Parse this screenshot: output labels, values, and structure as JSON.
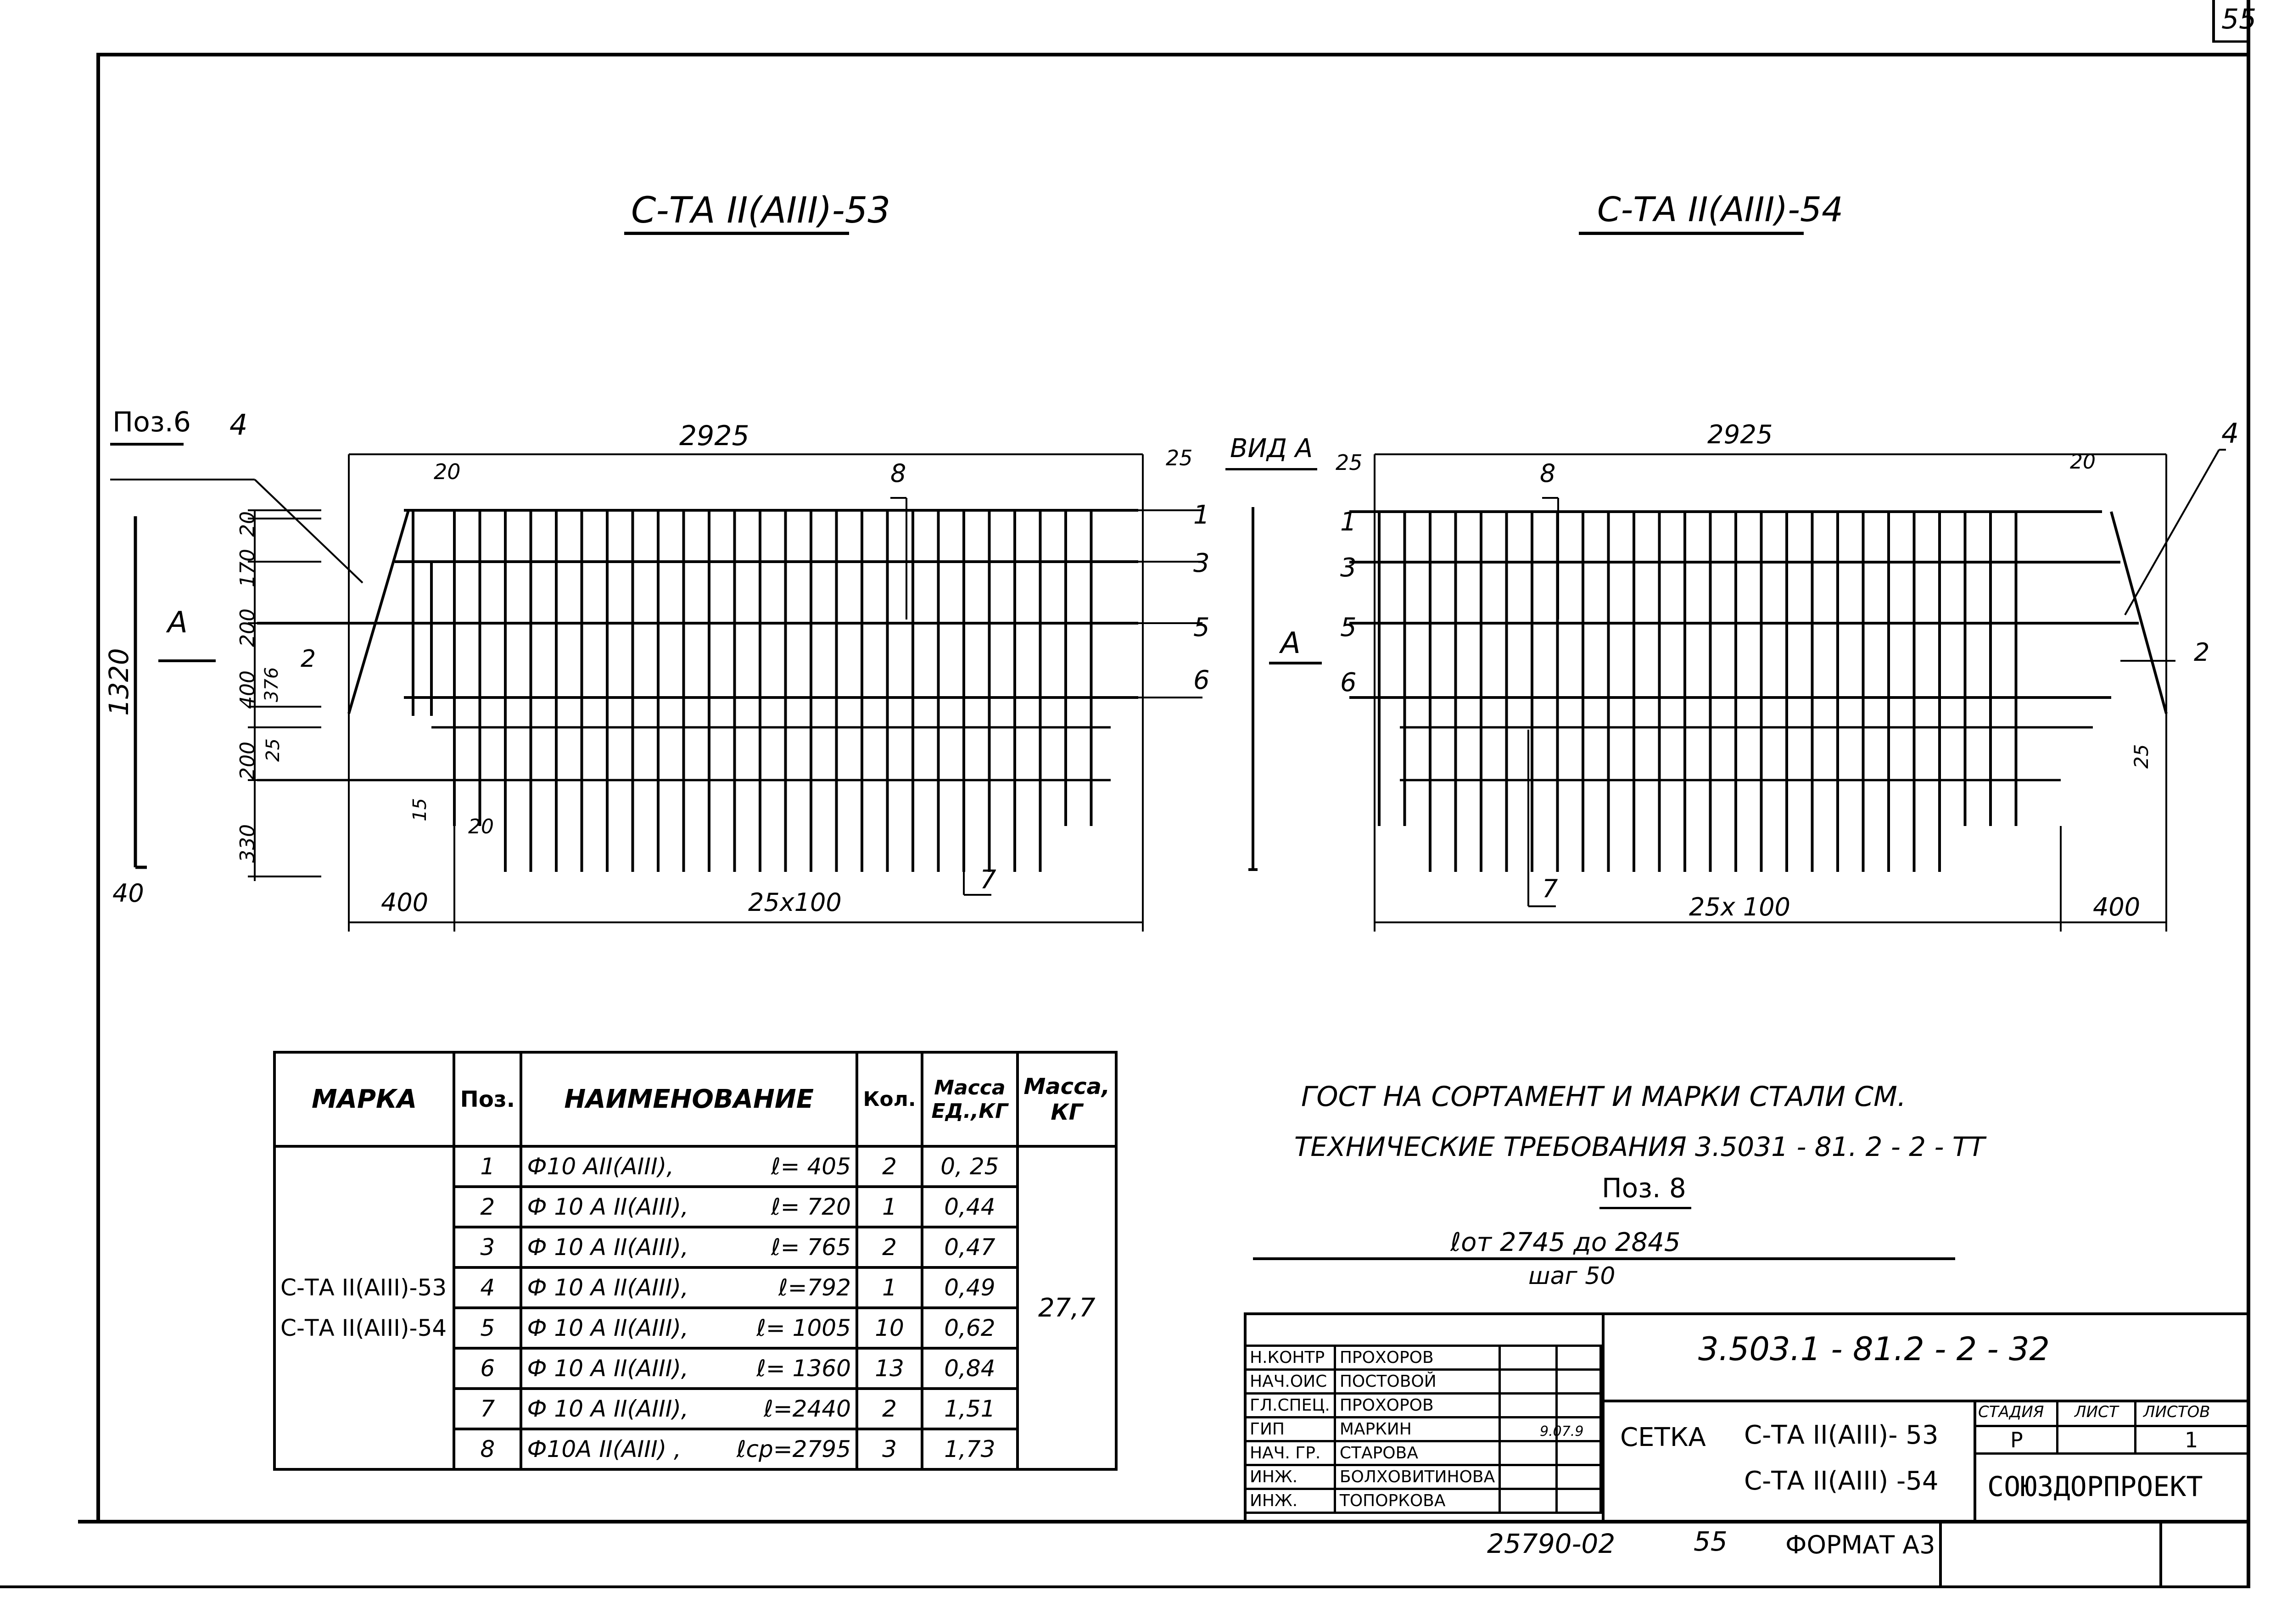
{
  "page_number": "55",
  "left_view": {
    "title": "С-ТА II(АIII)-53",
    "pos_label": "Поз.6",
    "arrow_label": "А",
    "top_dim": "2925",
    "left_dims": [
      "20",
      "170",
      "200",
      "400",
      "200",
      "330"
    ],
    "inner_dims": [
      "376",
      "25"
    ],
    "overall_height": "1320",
    "overall_bottom": "40",
    "small_dims": [
      "20",
      "25",
      "15",
      "20"
    ],
    "bottom_dims": [
      "400",
      "25х100"
    ],
    "pos_marks": [
      "4",
      "8",
      "1",
      "3",
      "2",
      "5",
      "6",
      "7"
    ]
  },
  "view_label": "ВИД А",
  "right_view": {
    "title": "С-ТА II(АIII)-54",
    "arrow_label": "А",
    "top_dim": "2925",
    "small_dims": [
      "25",
      "20",
      "25"
    ],
    "bottom_dims": [
      "25х 100",
      "400"
    ],
    "pos_marks": [
      "8",
      "1",
      "3",
      "5",
      "6",
      "4",
      "2",
      "7"
    ]
  },
  "spec_table": {
    "headers": [
      "МАРКА",
      "Поз.",
      "НАИМЕНОВАНИЕ",
      "Кол.",
      "Масса ЕД.,КГ",
      "Масса, КГ"
    ],
    "marks": [
      "С-ТА II(АIII)-53",
      "С-ТА II(АIII)-54"
    ],
    "total_mass": "27,7",
    "rows": [
      {
        "pos": "1",
        "name": "Ф10 АII(АIII),",
        "len": "ℓ= 405",
        "qty": "2",
        "mass": "0, 25"
      },
      {
        "pos": "2",
        "name": "Ф 10 А II(АIII),",
        "len": "ℓ= 720",
        "qty": "1",
        "mass": "0,44"
      },
      {
        "pos": "3",
        "name": "Ф 10 А II(АIII),",
        "len": "ℓ= 765",
        "qty": "2",
        "mass": "0,47"
      },
      {
        "pos": "4",
        "name": "Ф 10 А II(АIII),",
        "len": "ℓ=792",
        "qty": "1",
        "mass": "0,49"
      },
      {
        "pos": "5",
        "name": "Ф 10 А II(АIII),",
        "len": "ℓ= 1005",
        "qty": "10",
        "mass": "0,62"
      },
      {
        "pos": "6",
        "name": "Ф 10 А II(АIII),",
        "len": "ℓ= 1360",
        "qty": "13",
        "mass": "0,84"
      },
      {
        "pos": "7",
        "name": "Ф 10 А II(АIII),",
        "len": "ℓ=2440",
        "qty": "2",
        "mass": "1,51"
      },
      {
        "pos": "8",
        "name": "Ф10А II(АIII) ,",
        "len": "ℓср=2795",
        "qty": "3",
        "mass": "1,73"
      }
    ]
  },
  "notes": {
    "line1": "ГОСТ НА СОРТАМЕНТ И МАРКИ СТАЛИ СМ.",
    "line2": "ТЕХНИЧЕСКИЕ ТРЕБОВАНИЯ 3.5031 - 81. 2 - 2 - ТТ",
    "pos8": "Поз. 8",
    "pos8_len": "ℓот 2745 до 2845",
    "pos8_step": "шаг 50"
  },
  "title_block": {
    "doc_code": "3.503.1 - 81.2 - 2 - 32",
    "staff": [
      {
        "role": "Н.КОНТР",
        "name": "ПРОХОРОВ"
      },
      {
        "role": "НАЧ.ОИС",
        "name": "ПОСТОВОЙ"
      },
      {
        "role": "ГЛ.СПЕЦ.",
        "name": "ПРОХОРОВ"
      },
      {
        "role": "ГИП",
        "name": "МАРКИН"
      },
      {
        "role": "НАЧ. ГР.",
        "name": "СТАРОВА"
      },
      {
        "role": "ИНЖ.",
        "name": "БОЛХОВИТИНОВА"
      },
      {
        "role": "ИНЖ.",
        "name": "ТОПОРКОВА"
      }
    ],
    "date": "9.07.9",
    "item_name": "СЕТКА",
    "item_mark1": "С-ТА II(АIII)- 53",
    "item_mark2": "С-ТА II(АIII) -54",
    "stage_label": "СТАДИЯ",
    "sheet_label": "ЛИСТ",
    "sheets_label": "ЛИСТОВ",
    "stage": "Р",
    "sheets": "1",
    "org": "СОЮЗДОРПРОЕКТ"
  },
  "footer": {
    "archive": "25790-02",
    "page": "55",
    "format": "ФОРМАТ А3"
  }
}
